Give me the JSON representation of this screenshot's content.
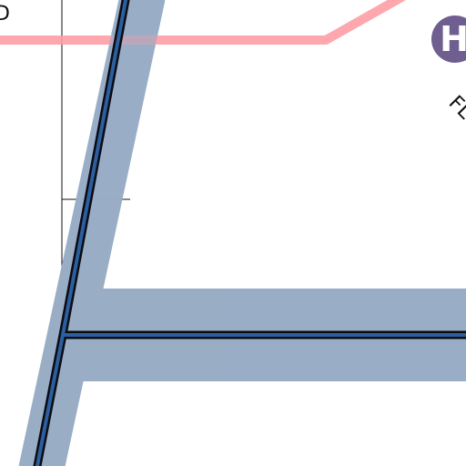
{
  "map": {
    "colors": {
      "background": "#ffffff",
      "route_halo": "#98adc5",
      "route_casing": "#0b0b14",
      "route_fill": "#2b5f9e",
      "boundary_line": "#ff9ea6",
      "grid_line": "#111111",
      "marker_fill": "#6f5f90",
      "marker_text": "#ffffff"
    },
    "labels": {
      "top_left_fragment": "D",
      "right_edge_fragment": "FL"
    },
    "marker": {
      "letter": "H",
      "icon": "circle-letter-icon"
    }
  }
}
